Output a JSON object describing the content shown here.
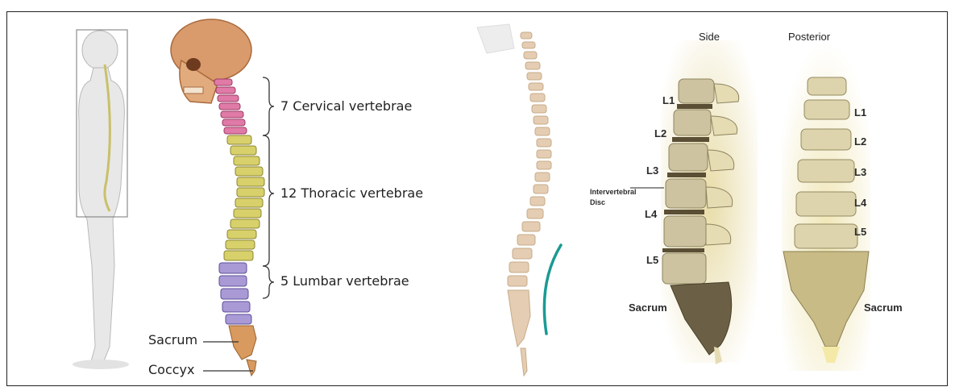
{
  "left_panel": {
    "brace_labels": [
      "7 Cervical vertebrae",
      "12 Thoracic vertebrae",
      "5 Lumbar vertebrae"
    ],
    "pointer_labels": [
      "Sacrum",
      "Coccyx"
    ]
  },
  "right_panel": {
    "view_titles": [
      "Side",
      "Posterior"
    ],
    "side_labels": [
      "L1",
      "L2",
      "L3",
      "L4",
      "L5",
      "Sacrum"
    ],
    "disc_label_line1": "Intervertebral",
    "disc_label_line2": "Disc",
    "posterior_labels": [
      "L1",
      "L2",
      "L3",
      "L4",
      "L5",
      "Sacrum"
    ]
  },
  "colors": {
    "skull": "#d99a6c",
    "cervical": "#e07aa6",
    "thoracic": "#d8d06a",
    "lumbar": "#a99ad6",
    "sacrum": "#d89a5e",
    "curve_line": "#1a9a93"
  }
}
